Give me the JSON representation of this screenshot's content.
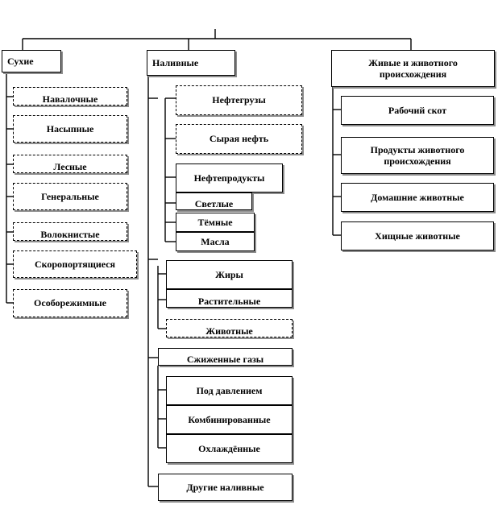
{
  "diagram": {
    "columns": [
      {
        "header": "Сухие",
        "items": [
          "Навалочные",
          "Насыпные",
          "Лесные",
          "Генеральные",
          "Волокнистые",
          "Скоропортящиеся",
          "Особорежимные"
        ]
      },
      {
        "header": "Наливные",
        "items": [
          "Нефтегрузы",
          "Сырая нефть",
          "Нефтепродукты",
          "Светлые",
          "Тёмные",
          "Масла",
          "Жиры",
          "Растительные",
          "Животные",
          "Сжиженные газы",
          "Под давлением",
          "Комбинированные",
          "Охлаждённые",
          "Другие наливные"
        ]
      },
      {
        "header": "Живые и животного происхождения",
        "items": [
          "Рабочий скот",
          "Продукты животного происхождения",
          "Домашние животные",
          "Хищные животные"
        ]
      }
    ]
  }
}
